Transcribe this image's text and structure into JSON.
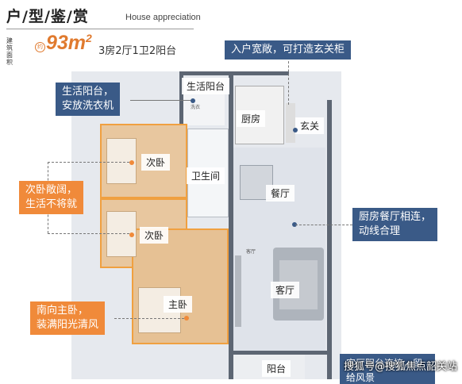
{
  "header": {
    "title": "户/型/鉴/赏",
    "title_en": "House appreciation",
    "area_label": "建筑面积",
    "area_circle": "约",
    "area_value": "93m",
    "area_unit_sup": "2",
    "layout": "3房2厅1卫2阳台"
  },
  "callouts": {
    "entrance": "入户宽敞，可打造玄关柜",
    "laundry_balcony_1": "生活阳台，",
    "laundry_balcony_2": "安放洗衣机",
    "second_bed_1": "次卧敞阔，",
    "second_bed_2": "生活不将就",
    "kitchen_dining_1": "厨房餐厅相连，",
    "kitchen_dining_2": "动线合理",
    "master_1": "南向主卧，",
    "master_2": "装满阳光清风",
    "bottom_partial": "客厅阳台连接，留给风景"
  },
  "rooms": {
    "living_balcony": "生活阳台",
    "kitchen": "厨房",
    "foyer": "玄关",
    "bed2a": "次卧",
    "bathroom": "卫生间",
    "dining": "餐厅",
    "bed2b": "次卧",
    "master": "主卧",
    "living": "客厅",
    "balcony": "阳台",
    "small_wash": "洗衣",
    "small_living": "客厅"
  },
  "watermark": "搜狐号@搜狐焦点韶关站",
  "colors": {
    "accent_orange": "#f08a3a",
    "callout_blue": "#3a5a87"
  }
}
